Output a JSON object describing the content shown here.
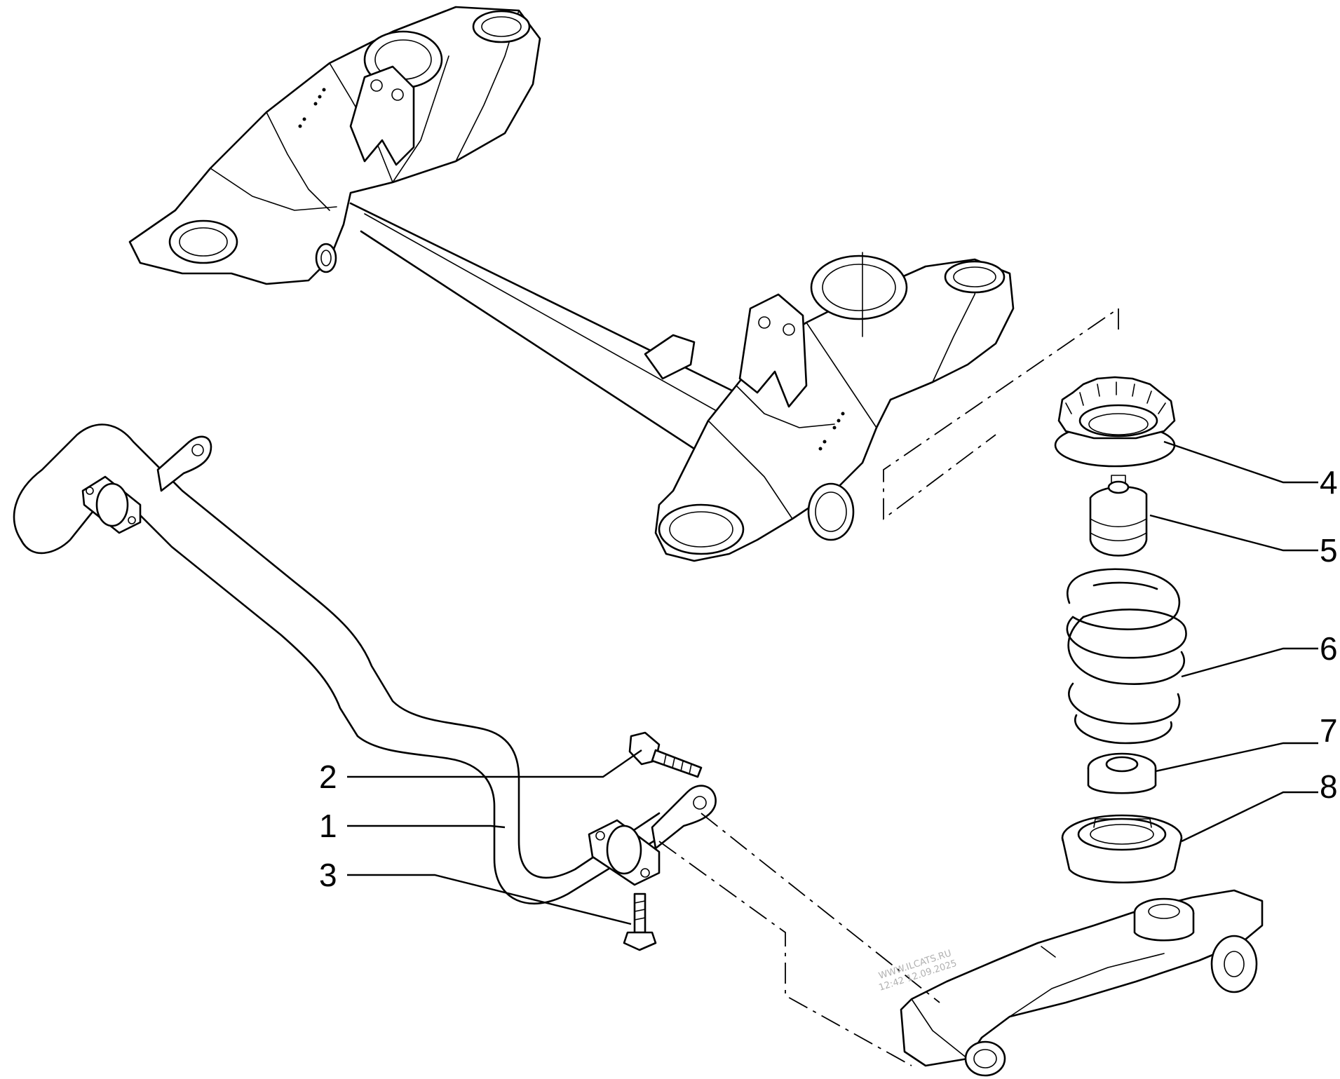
{
  "callouts": [
    {
      "id": "1",
      "label": "1"
    },
    {
      "id": "2",
      "label": "2"
    },
    {
      "id": "3",
      "label": "3"
    },
    {
      "id": "4",
      "label": "4"
    },
    {
      "id": "5",
      "label": "5"
    },
    {
      "id": "6",
      "label": "6"
    },
    {
      "id": "7",
      "label": "7"
    },
    {
      "id": "8",
      "label": "8"
    }
  ],
  "watermark": {
    "line1": "WWW.ILCATS.RU",
    "line2": "12:42 12.09.2025"
  }
}
